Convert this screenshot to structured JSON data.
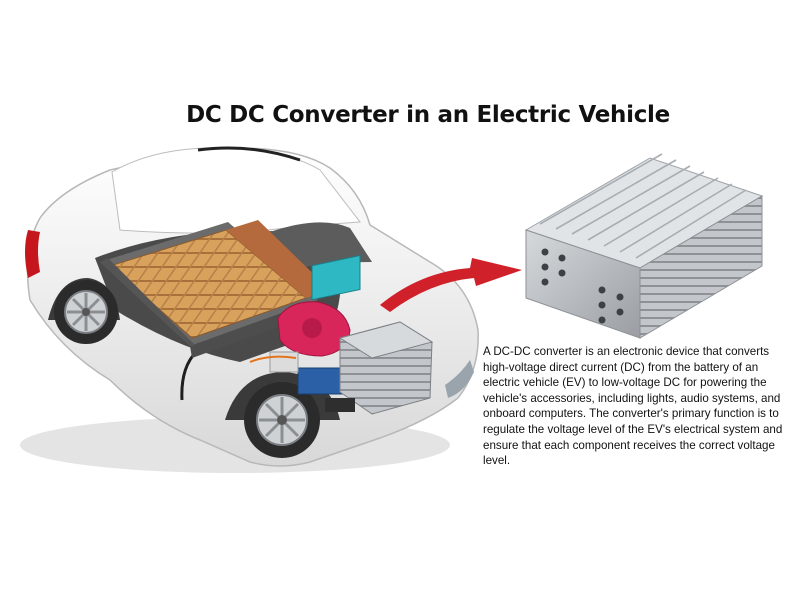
{
  "title": "DC DC Converter in an Electric Vehicle",
  "description": "A DC-DC converter is an electronic device that converts high-voltage direct current (DC) from the battery of an electric vehicle (EV) to low-voltage DC for powering the vehicle's accessories, including lights, audio systems, and onboard computers. The converter's primary function is to regulate the voltage level of the EV's electrical system and ensure that each component receives the correct voltage level.",
  "colors": {
    "car_body": "#f2f2f2",
    "battery_cells": "#d9a25c",
    "arrow": "#d0202a",
    "motor": "#d9265a",
    "converter_metal": "#b9bdc2"
  },
  "icons": {
    "car": "electric-car-cutaway",
    "battery": "battery-pack",
    "converter": "dc-dc-converter-module",
    "arrow": "curved-red-arrow"
  }
}
